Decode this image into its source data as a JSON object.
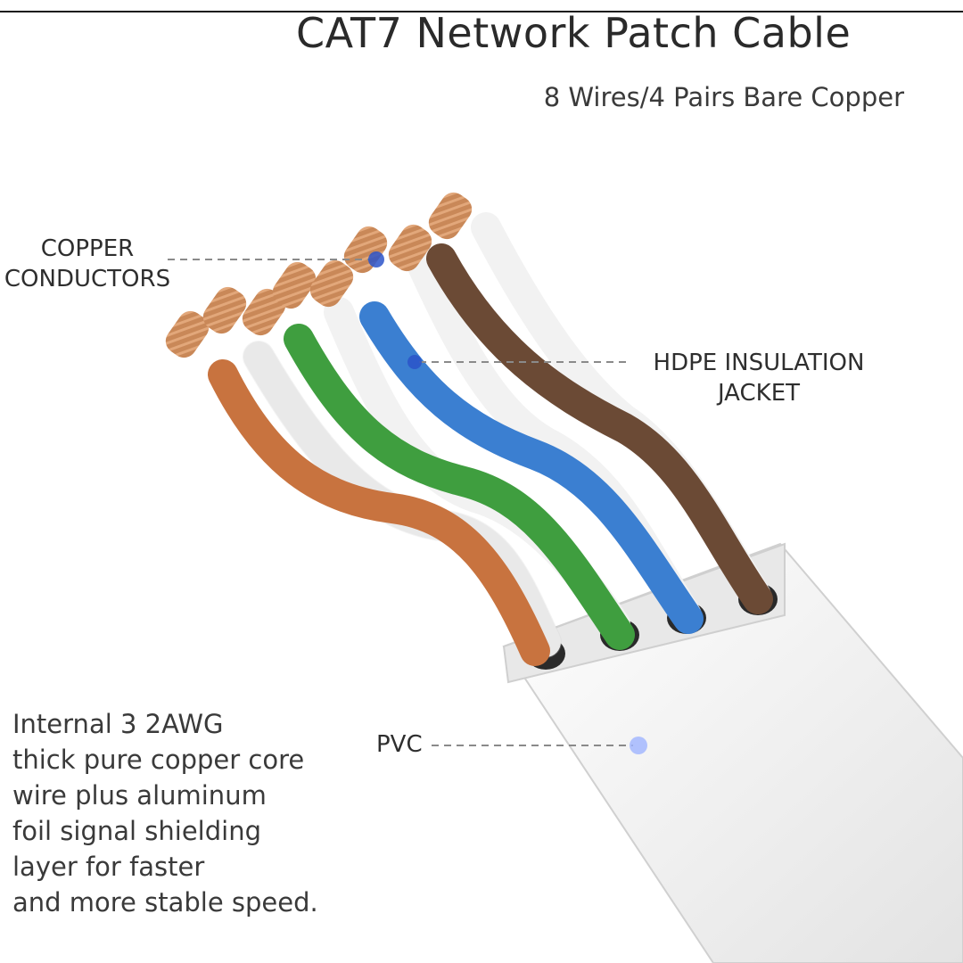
{
  "title": "CAT7 Network Patch Cable",
  "subtitle": "8 Wires/4 Pairs Bare Copper",
  "labels": {
    "copper_line1": "COPPER",
    "copper_line2": "CONDUCTORS",
    "hdpe_line1": "HDPE INSULATION",
    "hdpe_line2": "JACKET",
    "pvc": "PVC"
  },
  "description": {
    "lines": [
      "Internal 3 2AWG",
      "thick pure copper core",
      "wire plus aluminum",
      "foil signal shielding",
      "layer for faster",
      "and more stable speed."
    ]
  },
  "colors": {
    "orange": "#c8733f",
    "green": "#3f9e3f",
    "blue": "#3b7fd1",
    "brown": "#6b4a35",
    "white_wire": "#f2f2f2",
    "copper": "#c98858",
    "jacket": "#eeeeee",
    "leader_dot": "#2c53c9"
  }
}
